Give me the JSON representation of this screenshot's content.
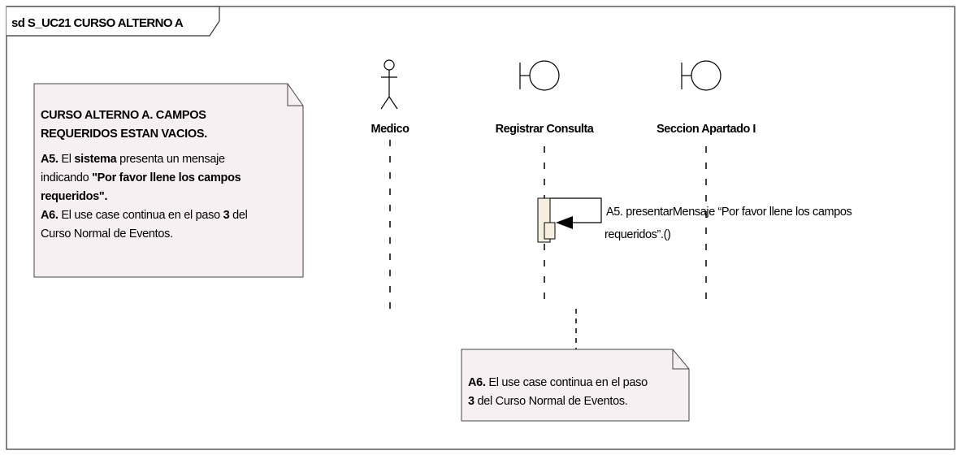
{
  "frame": {
    "title": "sd S_UC21 CURSO ALTERNO A"
  },
  "lifelines": [
    {
      "name": "Medico",
      "kind": "actor"
    },
    {
      "name": "Registrar Consulta",
      "kind": "boundary"
    },
    {
      "name": "Seccion Apartado I",
      "kind": "boundary"
    }
  ],
  "message": {
    "line1": "A5.  presentarMensaje “Por favor llene los campos",
    "line2": "requeridos”.()"
  },
  "note_left": {
    "heading1": "CURSO ALTERNO A. CAMPOS",
    "heading2": "REQUERIDOS ESTAN VACIOS.",
    "a5_label": "A5.",
    "a5_pre": " El ",
    "a5_sistema": "sistema",
    "a5_post": " presenta un mensaje",
    "a5_line2_pre": "indicando ",
    "a5_quote1": "\"Por favor llene los campos",
    "a5_quote2": "requeridos\".",
    "a6_label": "A6.",
    "a6_text": "  El use case continua en el paso ",
    "a6_num": "3",
    "a6_post": " del",
    "a6_line2": "Curso Normal de Eventos."
  },
  "note_bottom": {
    "a6_label": "A6.",
    "a6_text": "  El use case continua en el paso",
    "num": "3",
    "line2": " del Curso Normal de Eventos."
  },
  "colors": {
    "note_fill": "#f7f0f3",
    "activation_fill": "#f6efe1",
    "frame_stroke": "#333333"
  }
}
